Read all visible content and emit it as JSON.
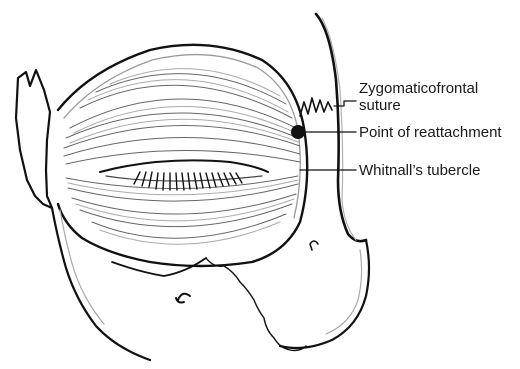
{
  "labels": {
    "zygomaticofrontal_line1": "Zygomaticofrontal",
    "zygomaticofrontal_line2": "suture",
    "point_of_reattachment": "Point of reattachment",
    "whitnalls_tubercle": "Whitnall’s tubercle"
  },
  "colors": {
    "ink": "#111111",
    "gray": "#9a9a9a",
    "light_gray": "#c4c4c4",
    "background": "#ffffff"
  }
}
